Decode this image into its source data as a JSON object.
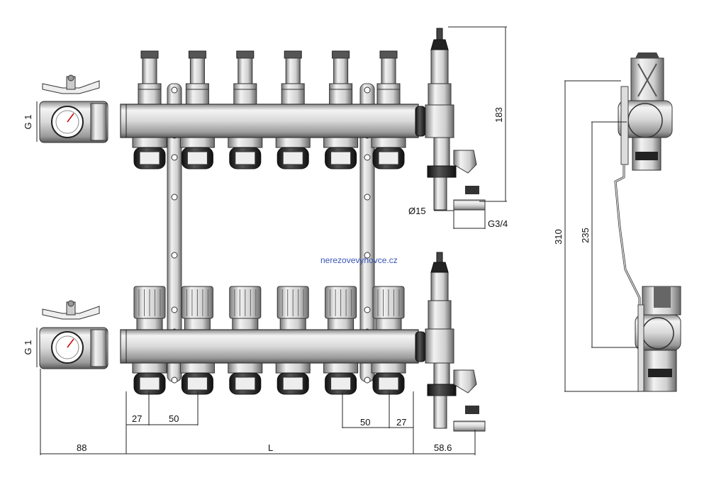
{
  "drawing": {
    "dimensions": {
      "d183": "183",
      "d15": "Ø15",
      "dG34": "G3/4",
      "d310": "310",
      "d235": "235",
      "dG1_top": "G 1",
      "dG1_bottom": "G 1",
      "d27_left": "27",
      "d50_left": "50",
      "d50_right": "50",
      "d27_right": "27",
      "d88": "88",
      "dL": "L",
      "d58": "58.6"
    },
    "watermark": "nerezovevyhovce.cz",
    "outlets_per_manifold": 6
  }
}
